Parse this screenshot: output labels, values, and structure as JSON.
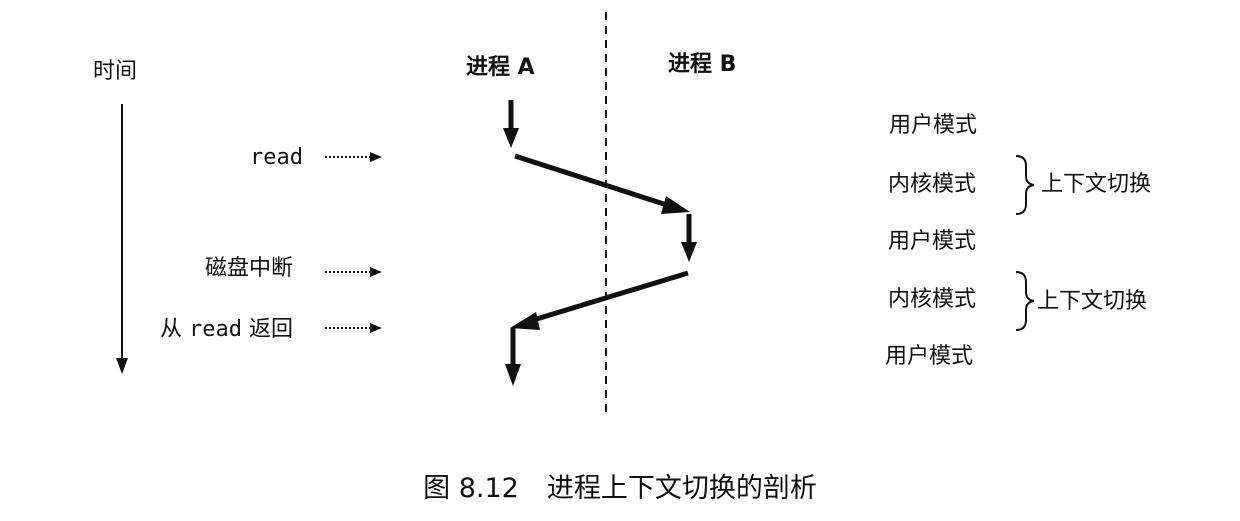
{
  "time_label": "时间",
  "process_a": "进程 A",
  "process_b": "进程 B",
  "events": {
    "read": "read",
    "disk_interrupt": "磁盘中断",
    "return_from_read": {
      "prefix": "从",
      "code": "read",
      "suffix": "返回"
    }
  },
  "modes": [
    "用户模式",
    "内核模式",
    "用户模式",
    "内核模式",
    "用户模式"
  ],
  "context_switch_labels": [
    "上下文切换",
    "上下文切换"
  ],
  "caption": {
    "number": "图 8.12",
    "title": "进程上下文切换的剖析"
  }
}
